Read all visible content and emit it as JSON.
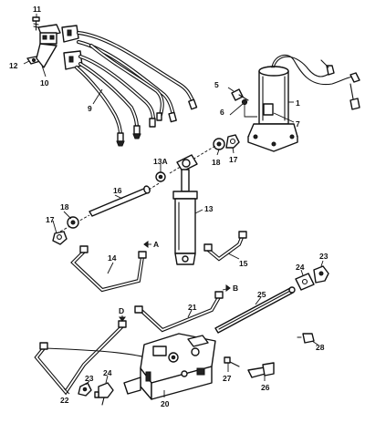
{
  "labels": {
    "n1": "1",
    "n5": "5",
    "n6": "6",
    "n7": "7",
    "n9": "9",
    "n10": "10",
    "n11": "11",
    "n12": "12",
    "n13": "13",
    "n13a": "13A",
    "n14": "14",
    "n15": "15",
    "n16": "16",
    "n17a": "17",
    "n17b": "17",
    "n18a": "18",
    "n18b": "18",
    "n20": "20",
    "n21": "21",
    "n22": "22",
    "n23a": "23",
    "n23b": "23",
    "n24a": "24",
    "n24b": "24",
    "n25": "25",
    "n26": "26",
    "n27": "27",
    "n28": "28",
    "refA": "A",
    "refB": "B",
    "refD": "D"
  }
}
